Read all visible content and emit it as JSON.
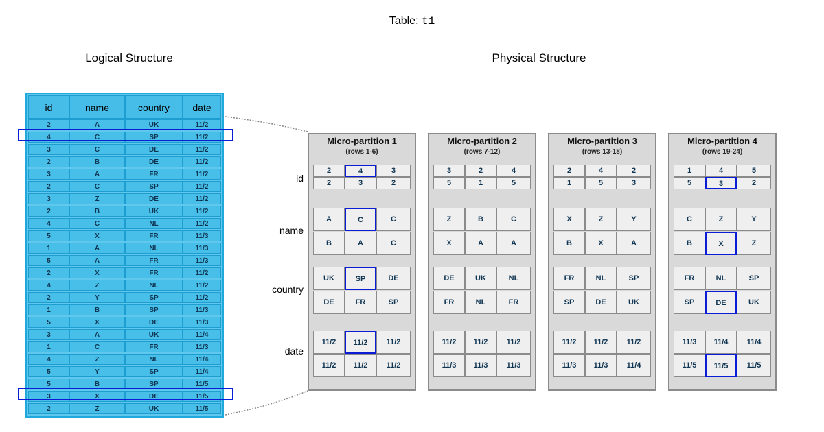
{
  "title": {
    "prefix": "Table:",
    "table_name": "t1"
  },
  "logical": {
    "heading": "Logical Structure",
    "columns": [
      "id",
      "name",
      "country",
      "date"
    ],
    "rows": [
      [
        "2",
        "A",
        "UK",
        "11/2"
      ],
      [
        "4",
        "C",
        "SP",
        "11/2"
      ],
      [
        "3",
        "C",
        "DE",
        "11/2"
      ],
      [
        "2",
        "B",
        "DE",
        "11/2"
      ],
      [
        "3",
        "A",
        "FR",
        "11/2"
      ],
      [
        "2",
        "C",
        "SP",
        "11/2"
      ],
      [
        "3",
        "Z",
        "DE",
        "11/2"
      ],
      [
        "2",
        "B",
        "UK",
        "11/2"
      ],
      [
        "4",
        "C",
        "NL",
        "11/2"
      ],
      [
        "5",
        "X",
        "FR",
        "11/3"
      ],
      [
        "1",
        "A",
        "NL",
        "11/3"
      ],
      [
        "5",
        "A",
        "FR",
        "11/3"
      ],
      [
        "2",
        "X",
        "FR",
        "11/2"
      ],
      [
        "4",
        "Z",
        "NL",
        "11/2"
      ],
      [
        "2",
        "Y",
        "SP",
        "11/2"
      ],
      [
        "1",
        "B",
        "SP",
        "11/3"
      ],
      [
        "5",
        "X",
        "DE",
        "11/3"
      ],
      [
        "3",
        "A",
        "UK",
        "11/4"
      ],
      [
        "1",
        "C",
        "FR",
        "11/3"
      ],
      [
        "4",
        "Z",
        "NL",
        "11/4"
      ],
      [
        "5",
        "Y",
        "SP",
        "11/4"
      ],
      [
        "5",
        "B",
        "SP",
        "11/5"
      ],
      [
        "3",
        "X",
        "DE",
        "11/5"
      ],
      [
        "2",
        "Z",
        "UK",
        "11/5"
      ]
    ],
    "highlighted_rows": [
      1,
      22
    ]
  },
  "physical": {
    "heading": "Physical Structure",
    "column_labels": [
      "id",
      "name",
      "country",
      "date"
    ],
    "partitions": [
      {
        "title": "Micro-partition 1",
        "subtitle": "(rows 1-6)",
        "id": [
          [
            "2",
            "4",
            "3"
          ],
          [
            "2",
            "3",
            "2"
          ]
        ],
        "name": [
          [
            "A",
            "C",
            "C"
          ],
          [
            "B",
            "A",
            "C"
          ]
        ],
        "country": [
          [
            "UK",
            "SP",
            "DE"
          ],
          [
            "DE",
            "FR",
            "SP"
          ]
        ],
        "date": [
          [
            "11/2",
            "11/2",
            "11/2"
          ],
          [
            "11/2",
            "11/2",
            "11/2"
          ]
        ],
        "highlight": [
          0,
          1,
          0
        ]
      },
      {
        "title": "Micro-partition 2",
        "subtitle": "(rows 7-12)",
        "id": [
          [
            "3",
            "2",
            "4"
          ],
          [
            "5",
            "1",
            "5"
          ]
        ],
        "name": [
          [
            "Z",
            "B",
            "C"
          ],
          [
            "X",
            "A",
            "A"
          ]
        ],
        "country": [
          [
            "DE",
            "UK",
            "NL"
          ],
          [
            "FR",
            "NL",
            "FR"
          ]
        ],
        "date": [
          [
            "11/2",
            "11/2",
            "11/2"
          ],
          [
            "11/3",
            "11/3",
            "11/3"
          ]
        ]
      },
      {
        "title": "Micro-partition 3",
        "subtitle": "(rows 13-18)",
        "id": [
          [
            "2",
            "4",
            "2"
          ],
          [
            "1",
            "5",
            "3"
          ]
        ],
        "name": [
          [
            "X",
            "Z",
            "Y"
          ],
          [
            "B",
            "X",
            "A"
          ]
        ],
        "country": [
          [
            "FR",
            "NL",
            "SP"
          ],
          [
            "SP",
            "DE",
            "UK"
          ]
        ],
        "date": [
          [
            "11/2",
            "11/2",
            "11/2"
          ],
          [
            "11/3",
            "11/3",
            "11/4"
          ]
        ]
      },
      {
        "title": "Micro-partition 4",
        "subtitle": "(rows 19-24)",
        "id": [
          [
            "1",
            "4",
            "5"
          ],
          [
            "5",
            "3",
            "2"
          ]
        ],
        "name": [
          [
            "C",
            "Z",
            "Y"
          ],
          [
            "B",
            "X",
            "Z"
          ]
        ],
        "country": [
          [
            "FR",
            "NL",
            "SP"
          ],
          [
            "SP",
            "DE",
            "UK"
          ]
        ],
        "date": [
          [
            "11/3",
            "11/4",
            "11/4"
          ],
          [
            "11/5",
            "11/5",
            "11/5"
          ]
        ],
        "highlight": [
          1,
          1,
          1
        ]
      }
    ]
  },
  "colors": {
    "table_fill": "#5fc8ec",
    "table_border": "#21a8da",
    "highlight": "#0b1cd6",
    "partition_fill": "#d9d9d9",
    "cell_text": "#0f3553"
  }
}
